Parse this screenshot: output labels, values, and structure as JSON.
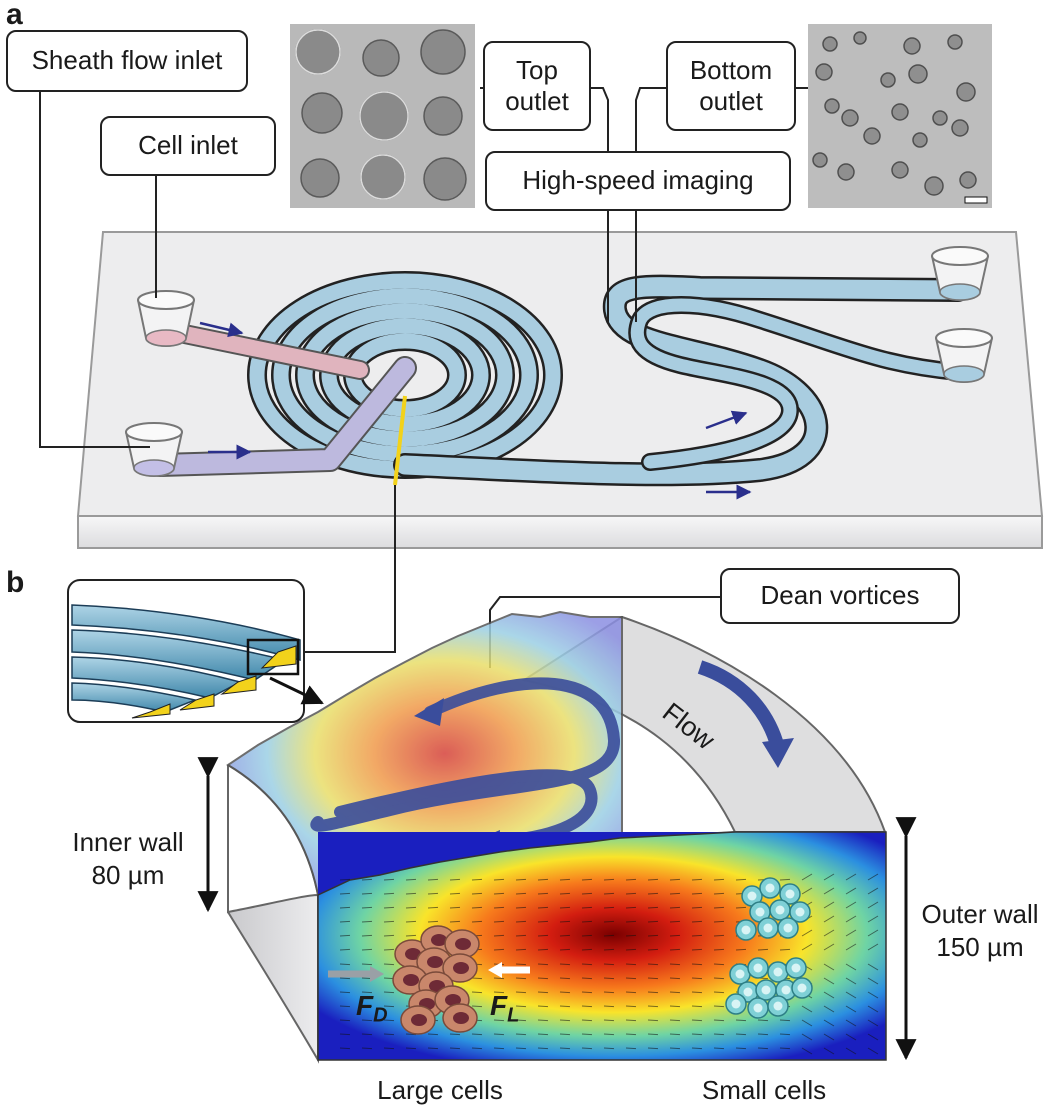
{
  "panel_a": {
    "letter": "a",
    "labels": {
      "sheath_flow_inlet": "Sheath flow inlet",
      "cell_inlet": "Cell inlet",
      "top_outlet": "Top\noutlet",
      "bottom_outlet": "Bottom\noutlet",
      "high_speed_imaging": "High-speed imaging"
    }
  },
  "panel_b": {
    "letter": "b",
    "labels": {
      "dean_vortices": "Dean vortices",
      "flow": "Flow",
      "inner_wall": "Inner wall\n80 µm",
      "outer_wall": "Outer wall\n150 µm",
      "large_cells": "Large cells",
      "small_cells": "Small cells",
      "f_d": "F",
      "f_d_sub": "D",
      "f_l": "F",
      "f_l_sub": "L"
    }
  },
  "colors": {
    "channel": "#a9cde0",
    "channel_stroke": "#222222",
    "cell_inlet_flow": "#e8b9c4",
    "sheath_flow": "#c3bfe6",
    "arrow": "#2a2f8c",
    "yellow_marker": "#f2d21b",
    "chip_top": "#eeeeef",
    "large_cell": "#c9876b",
    "small_cell": "#7fd0d6",
    "dean_arrow": "#3a4d9c"
  }
}
